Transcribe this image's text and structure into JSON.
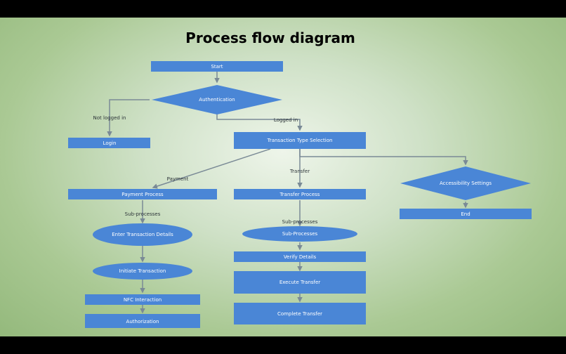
{
  "diagram": {
    "title": "Process flow diagram",
    "nodes": {
      "start": "Start",
      "authentication": "Authentication",
      "login": "Login",
      "transaction_type": "Transaction Type Selection",
      "payment_process": "Payment Process",
      "transfer_process": "Transfer Process",
      "accessibility": "Accessibility Settings",
      "end": "End",
      "enter_details": "Enter Transaction Details",
      "initiate": "Initiate Transaction",
      "nfc": "NFC Interaction",
      "authorization": "Authorization",
      "sub_processes": "Sub-Processes",
      "verify": "Verify Details",
      "execute": "Execute Transfer",
      "complete": "Complete Transfer"
    },
    "edge_labels": {
      "not_logged_in": "Not logged in",
      "logged_in": "Logged in",
      "payment": "Payment",
      "transfer": "Transfer",
      "sub_processes_left": "Sub-processes",
      "sub_processes_mid": "Sub-processes"
    },
    "colors": {
      "node": "#4a86d6",
      "edge": "#7a8a96"
    }
  }
}
